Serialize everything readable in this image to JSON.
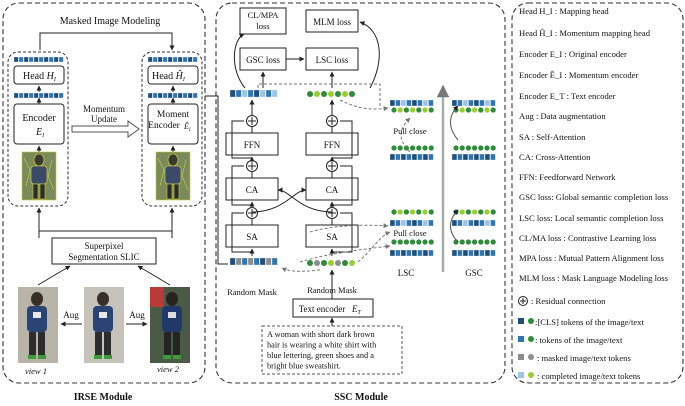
{
  "irse": {
    "title": "Masked Image Modeling",
    "head_left": "Head",
    "head_left_sym": "H",
    "head_left_sub": "I",
    "encoder_left": "Encoder",
    "encoder_left_sym": "E",
    "encoder_left_sub": "I",
    "momentum_update_1": "Momentum",
    "momentum_update_2": "Update",
    "head_right": "Head",
    "head_right_sym": "Ĥ",
    "head_right_sub": "I",
    "moment_encoder": "Moment",
    "moment_encoder_2": "Encoder",
    "moment_encoder_sym": "Ê",
    "moment_encoder_sub": "I",
    "superpixel_1": "Superpixel",
    "superpixel_2": "Segmentation SLIC",
    "aug_1": "Aug",
    "aug_2": "Aug",
    "view1": "view 1",
    "view2": "view 2",
    "module_label": "IRSE Module"
  },
  "ssc": {
    "clmpa_1": "CL/MPA",
    "clmpa_2": "loss",
    "mlm": "MLM loss",
    "gsc": "GSC loss",
    "lsc": "LSC loss",
    "ffn_left": "FFN",
    "ffn_right": "FFN",
    "ca_left": "CA",
    "ca_right": "CA",
    "sa_left": "SA",
    "sa_right": "SA",
    "random_mask_left": "Random Mask",
    "random_mask_right": "Random Mask",
    "text_encoder": "Text encoder",
    "text_encoder_sym": "E",
    "text_encoder_sub": "T",
    "caption": [
      "A woman with short dark brown",
      "hair is wearing a white shirt with",
      "blue lettering, green shoes and a",
      "bright blue sweatshirt."
    ],
    "pull_close_1": "Pull close",
    "pull_close_2": "Pull close",
    "lsc_label": "LSC",
    "gsc_label": "GSC",
    "module_label": "SSC Module"
  },
  "legend": [
    "Head  H_I : Mapping head",
    "Head  Ĥ_I : Momentum mapping head",
    "Encoder  E_I : Original encoder",
    "Encoder  Ê_I : Momentum encoder",
    "Encoder  E_T : Text encoder",
    "Aug : Data augmentation",
    "SA : Self-Attention",
    "CA: Cross-Attention",
    "FFN: Feedforward Network",
    "GSC loss: Global semantic completion loss",
    "LSC loss: Local semantic completion loss",
    "CL/MA loss : Contrastive Learning loss",
    "MPA loss : Mutual Pattern Alignment loss",
    "MLM loss : Mask Language Modeling loss",
    ": Residual connection",
    ":[CLS] tokens of the image/text",
    ": tokens of the image/text",
    ": masked image/text tokens",
    ": completed image/text tokens"
  ],
  "colors": {
    "token_dark": "#1f4e79",
    "token_mid": "#2e75b6",
    "token_light": "#9dc3e6",
    "token_gray": "#8c8c8c",
    "green_dark": "#2e8b3a",
    "green_light": "#9acd32"
  }
}
